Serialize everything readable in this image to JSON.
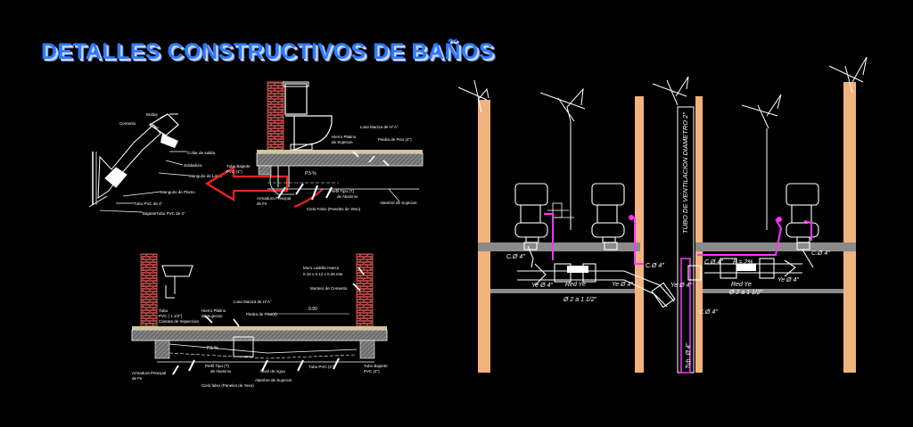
{
  "title": "DETALLES CONSTRUCTIVOS DE BAÑOS",
  "colors": {
    "background": "#000000",
    "title": "#2b7cff",
    "brick": "#c8544e",
    "wall_fill": "#f2b27e",
    "slab": "#8a8a8a",
    "pipe": "#ff33ff",
    "arrow": "#ff2020",
    "text": "#ffffff"
  },
  "detail_a": {
    "labels": {
      "bridas": "Bridas",
      "cemento": "Cemento",
      "collar_salida": "Collar de salida",
      "soldadura": "Soldadura",
      "manguito_laton": "Manguito de Laton",
      "manguito_plomo": "Manguito de Plomo",
      "tubo_pvc": "Tubo PVC de 4\"",
      "bajante_pvc": "BajanteTubo PVC de 4\""
    }
  },
  "detail_b": {
    "labels": {
      "losa_maciza": "Losa Maciza de H°A°",
      "hierro_platino": "Hierro Platino",
      "de_sujecion": "de Sujecion",
      "piedra_piso": "Piedra de Piso (4\")",
      "tubo_bajante": "Tubo Bajante",
      "pvc_4": "PVC (4\")",
      "pendiente": "P.5 %",
      "armadura": "Armadura Principal",
      "de_fe": "de Fe",
      "perfil_tipo": "Perfil Tipo (T)",
      "de_aluminio": "de Aluminio",
      "alambre": "Alambre de Sujecion",
      "cielo_falso": "Cielo Falso (Paneles de Yeso)"
    }
  },
  "detail_c": {
    "labels": {
      "muro": "Muro Ladrillo Hueco",
      "muro_dim": "0.18 x 0.12 x 0.25 mts",
      "mortero": "Mortero de Cemento",
      "losa": "Losa Maciza de H°A°",
      "hierro_platino": "Hierro Platino",
      "de_sujecion": "de Sujecion",
      "piedra_piso": "Piedra de Piso(4)",
      "cota": "0.99",
      "tubo": "Tubo",
      "tubo_pvc": "PVC ( 1 1/2\")",
      "camara": "Camara de Inspeccion",
      "pendiente": "P.5 %",
      "armadura": "Armadura Principal",
      "de_fe": "de Fe",
      "perfil_tipo": "Perfil Tipo (T)",
      "de_aluminio": "de Aluminio",
      "nivel_agua": "Nivel de Agua",
      "alambre": "Alambre de Sujecion",
      "tubo_pvc_2": "Tubo PVC (2\")",
      "tubo_bajante": "Tubo Bajante",
      "pvc_4": "PVC (4\")",
      "cielo_falso": "Cielo falso (Paneles de Yeso)"
    }
  },
  "detail_d": {
    "vent_label": "TUBO DE VENTILACION DIAMETRO 2\"",
    "bajante_label": "Tub. Ø 4\"",
    "left": {
      "c4": "C.Ø 4\"",
      "ye4_a": "Ye Ø 4\"",
      "red_ye": "Red Ye",
      "red_dim": "Ø 2 a 1 1/2\"",
      "ye4_b": "Ye Ø 4\"",
      "c4_b": "C.Ø 4\"",
      "ye4_c": "Ye Ø 4\""
    },
    "right": {
      "c4": "C.Ø 4\"",
      "pend": "P = 2%",
      "c4_b": "C.Ø 4\"",
      "ye4": "Ye Ø 4\"",
      "red_ye": "Red Ye",
      "red_dim": "Ø 2 a 1 1/2\"",
      "c4_c": "C.Ø 4\""
    }
  }
}
